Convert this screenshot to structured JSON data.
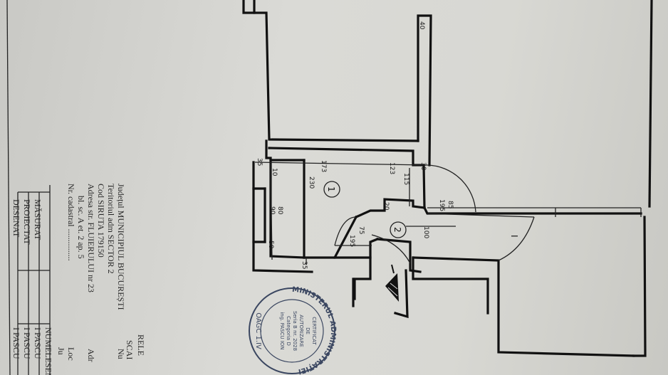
{
  "plan": {
    "room_labels": [
      "1",
      "2"
    ],
    "room_1_area": "",
    "dimensions": {
      "top_35": "35",
      "top_173": "173",
      "top_123": "123",
      "top_30": "30",
      "right_40": "40",
      "left_10": "10",
      "left_80_90": "90",
      "left_80_80": "80",
      "left_50": "50",
      "left_35": "35",
      "height_230": "230",
      "mid_115": "115",
      "mid_20": "20",
      "door_75": "75",
      "door_195": "195",
      "door2_85": "85",
      "door2_195": "195",
      "depth_100": "100",
      "room_I": "I"
    }
  },
  "legend": {
    "title_partial": "RELE",
    "scale_partial": "SCAI",
    "county": "Județul MUNICIPIUL BUCUREȘTI",
    "territory": "Teritoriul adm SECTOR 2",
    "siruta": "Cod SIRUTA 179150",
    "address": "Adresa str. FLUIERULUI nr 23",
    "address2": "bl. sc. A et. 2 ap. 5",
    "cadastral": "Nr. cadastral ...............",
    "right_col": [
      "Nu",
      "Adr",
      "Loc",
      "Ju"
    ],
    "table": {
      "headers": [
        "",
        "NUMELE",
        "SEMN"
      ],
      "rows": [
        [
          "MĂSURAT",
          "I PASCU",
          ""
        ],
        [
          "PROIECTAT",
          "I PASCU",
          ""
        ],
        [
          "DESENAT",
          "I PASCU",
          ""
        ]
      ]
    }
  },
  "stamp": {
    "ring_text": "MINISTERUL ADMINISTRAȚIEI",
    "center_lines": [
      "CERTIFICAT",
      "DE",
      "AUTORIZARE",
      "Seria B nr. 2028",
      "Categoria D",
      "ing. PASCU ION"
    ],
    "bottom": "OAGC 1.IV"
  },
  "colors": {
    "paper": "#d8d8d3",
    "ink": "#111111",
    "stamp_ink": "#3a4660"
  }
}
